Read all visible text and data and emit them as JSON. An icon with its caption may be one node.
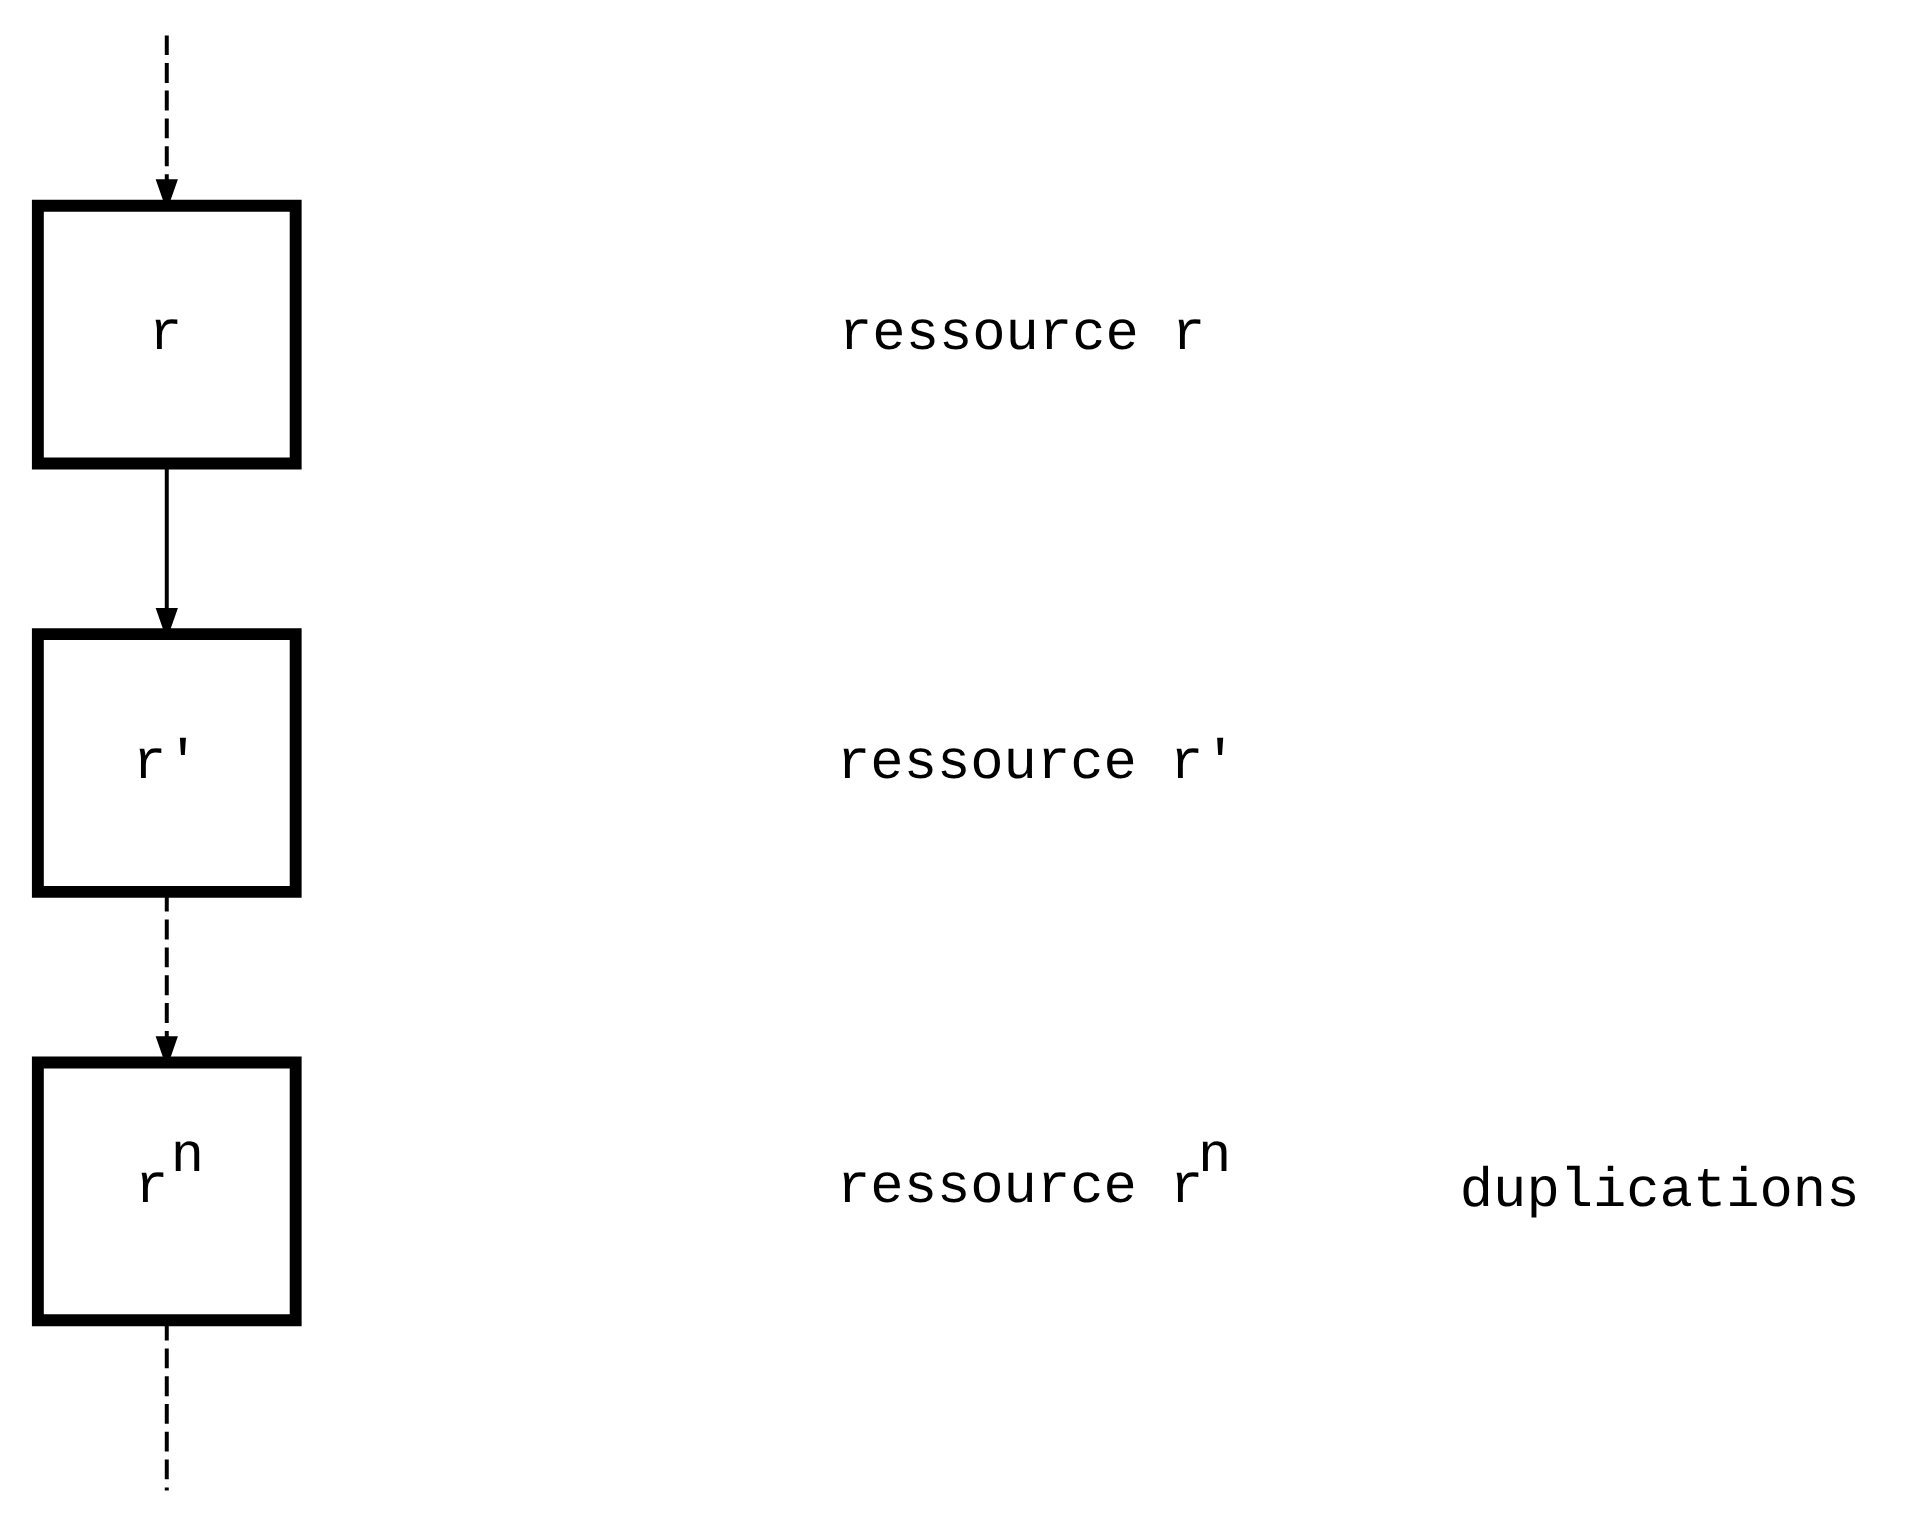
{
  "diagram": {
    "nodes": [
      {
        "text": [
          "r"
        ]
      },
      {
        "text": [
          "r'"
        ]
      },
      {
        "text": [
          "r$^{n}$"
        ]
      }
    ],
    "edges": [
      {
        "from": null,
        "to": 0,
        "arrow": "to",
        "style": "dashed"
      },
      {
        "from": 0,
        "to": 1,
        "arrow": "to"
      },
      {
        "from": 1,
        "to": 2,
        "arrow": "to",
        "style": "dashed"
      },
      {
        "from": 2,
        "to": null,
        "arrow": "none",
        "style": "dashed"
      }
    ],
    "labels": [
      "ressource r",
      "ressource r'",
      "duplications",
      "ressource r$^{n}$"
    ]
  }
}
